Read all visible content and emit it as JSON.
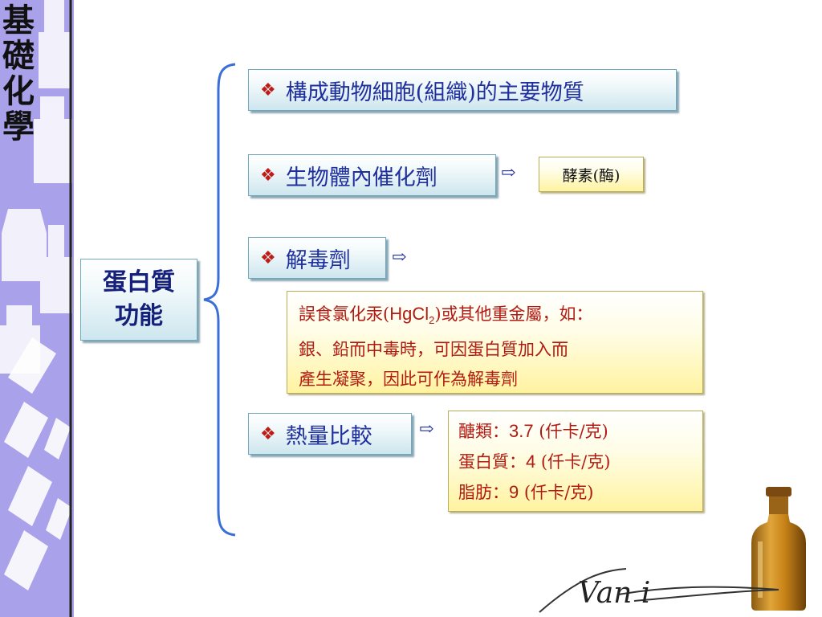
{
  "sidebar": {
    "title": [
      "基",
      "礎",
      "化",
      "學"
    ]
  },
  "main_label": {
    "line1": "蛋白質",
    "line2": "功能"
  },
  "items": [
    {
      "label": "構成動物細胞(組織)的主要物質"
    },
    {
      "label": "生物體內催化劑",
      "arrow": "⇨",
      "result": "酵素(酶)"
    },
    {
      "label": "解毒劑",
      "arrow": "⇨",
      "detail": {
        "prefix": "誤食氯化汞(",
        "formula_main": "HgCl",
        "formula_sub": "2",
        "suffix": ")或其他重金屬，如：",
        "line2": "銀、鉛而中毒時，可因蛋白質加入而",
        "line3": "產生凝聚，因此可作為解毒劑"
      }
    },
    {
      "label": "熱量比較",
      "arrow": "⇨",
      "rows": [
        {
          "name": "醣類：",
          "value": "3.7",
          "unit": " (仟卡/克)"
        },
        {
          "name": "蛋白質：",
          "value": "4",
          "unit": " (仟卡/克)"
        },
        {
          "name": "脂肪：",
          "value": "9",
          "unit": " (仟卡/克)"
        }
      ]
    }
  ],
  "bullet": "❖",
  "logo_text": "Van i",
  "colors": {
    "sidebar": "#a9a2ea",
    "bracket": "#3a6fd8",
    "item_text": "#1f2f9e",
    "bullet": "#c21a14",
    "detail_text": "#b11a12"
  }
}
